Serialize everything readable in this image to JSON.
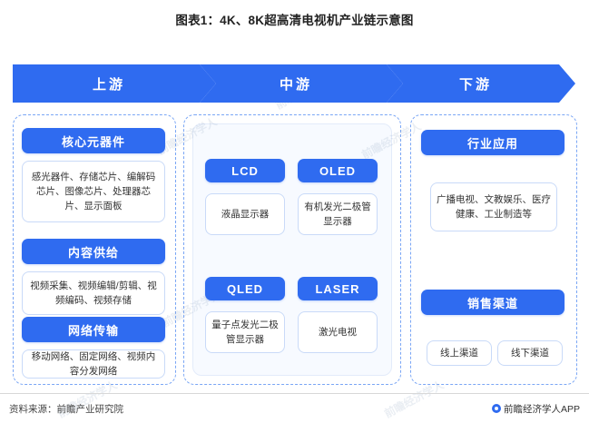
{
  "title": "图表1：4K、8K超高清电视机产业链示意图",
  "banner": {
    "upstream": "上游",
    "midstream": "中游",
    "downstream": "下游"
  },
  "upstream": {
    "core_header": "核心元器件",
    "core_body": "感光器件、存储芯片、编解码芯片、图像芯片、处理器芯片、显示面板",
    "content_header": "内容供给",
    "content_body": "视频采集、视频编辑/剪辑、视频编码、视频存储",
    "network_header": "网络传输",
    "network_body": "移动网络、固定网络、视频内容分发网络"
  },
  "midstream": {
    "lcd_header": "LCD",
    "lcd_body": "液晶显示器",
    "oled_header": "OLED",
    "oled_body": "有机发光二极管显示器",
    "qled_header": "QLED",
    "qled_body": "量子点发光二极管显示器",
    "laser_header": "LASER",
    "laser_body": "激光电视"
  },
  "downstream": {
    "app_header": "行业应用",
    "app_body": "广播电视、文教娱乐、医疗健康、工业制造等",
    "sales_header": "销售渠道",
    "online": "线上渠道",
    "offline": "线下渠道"
  },
  "footer": {
    "source": "资料来源：前瞻产业研究院",
    "brand": "前瞻经济学人APP"
  },
  "watermark": "前瞻经济学人",
  "colors": {
    "accent": "#2f6bf0",
    "dashed_border": "#7aa6f5",
    "box_border": "#c9daf8"
  }
}
